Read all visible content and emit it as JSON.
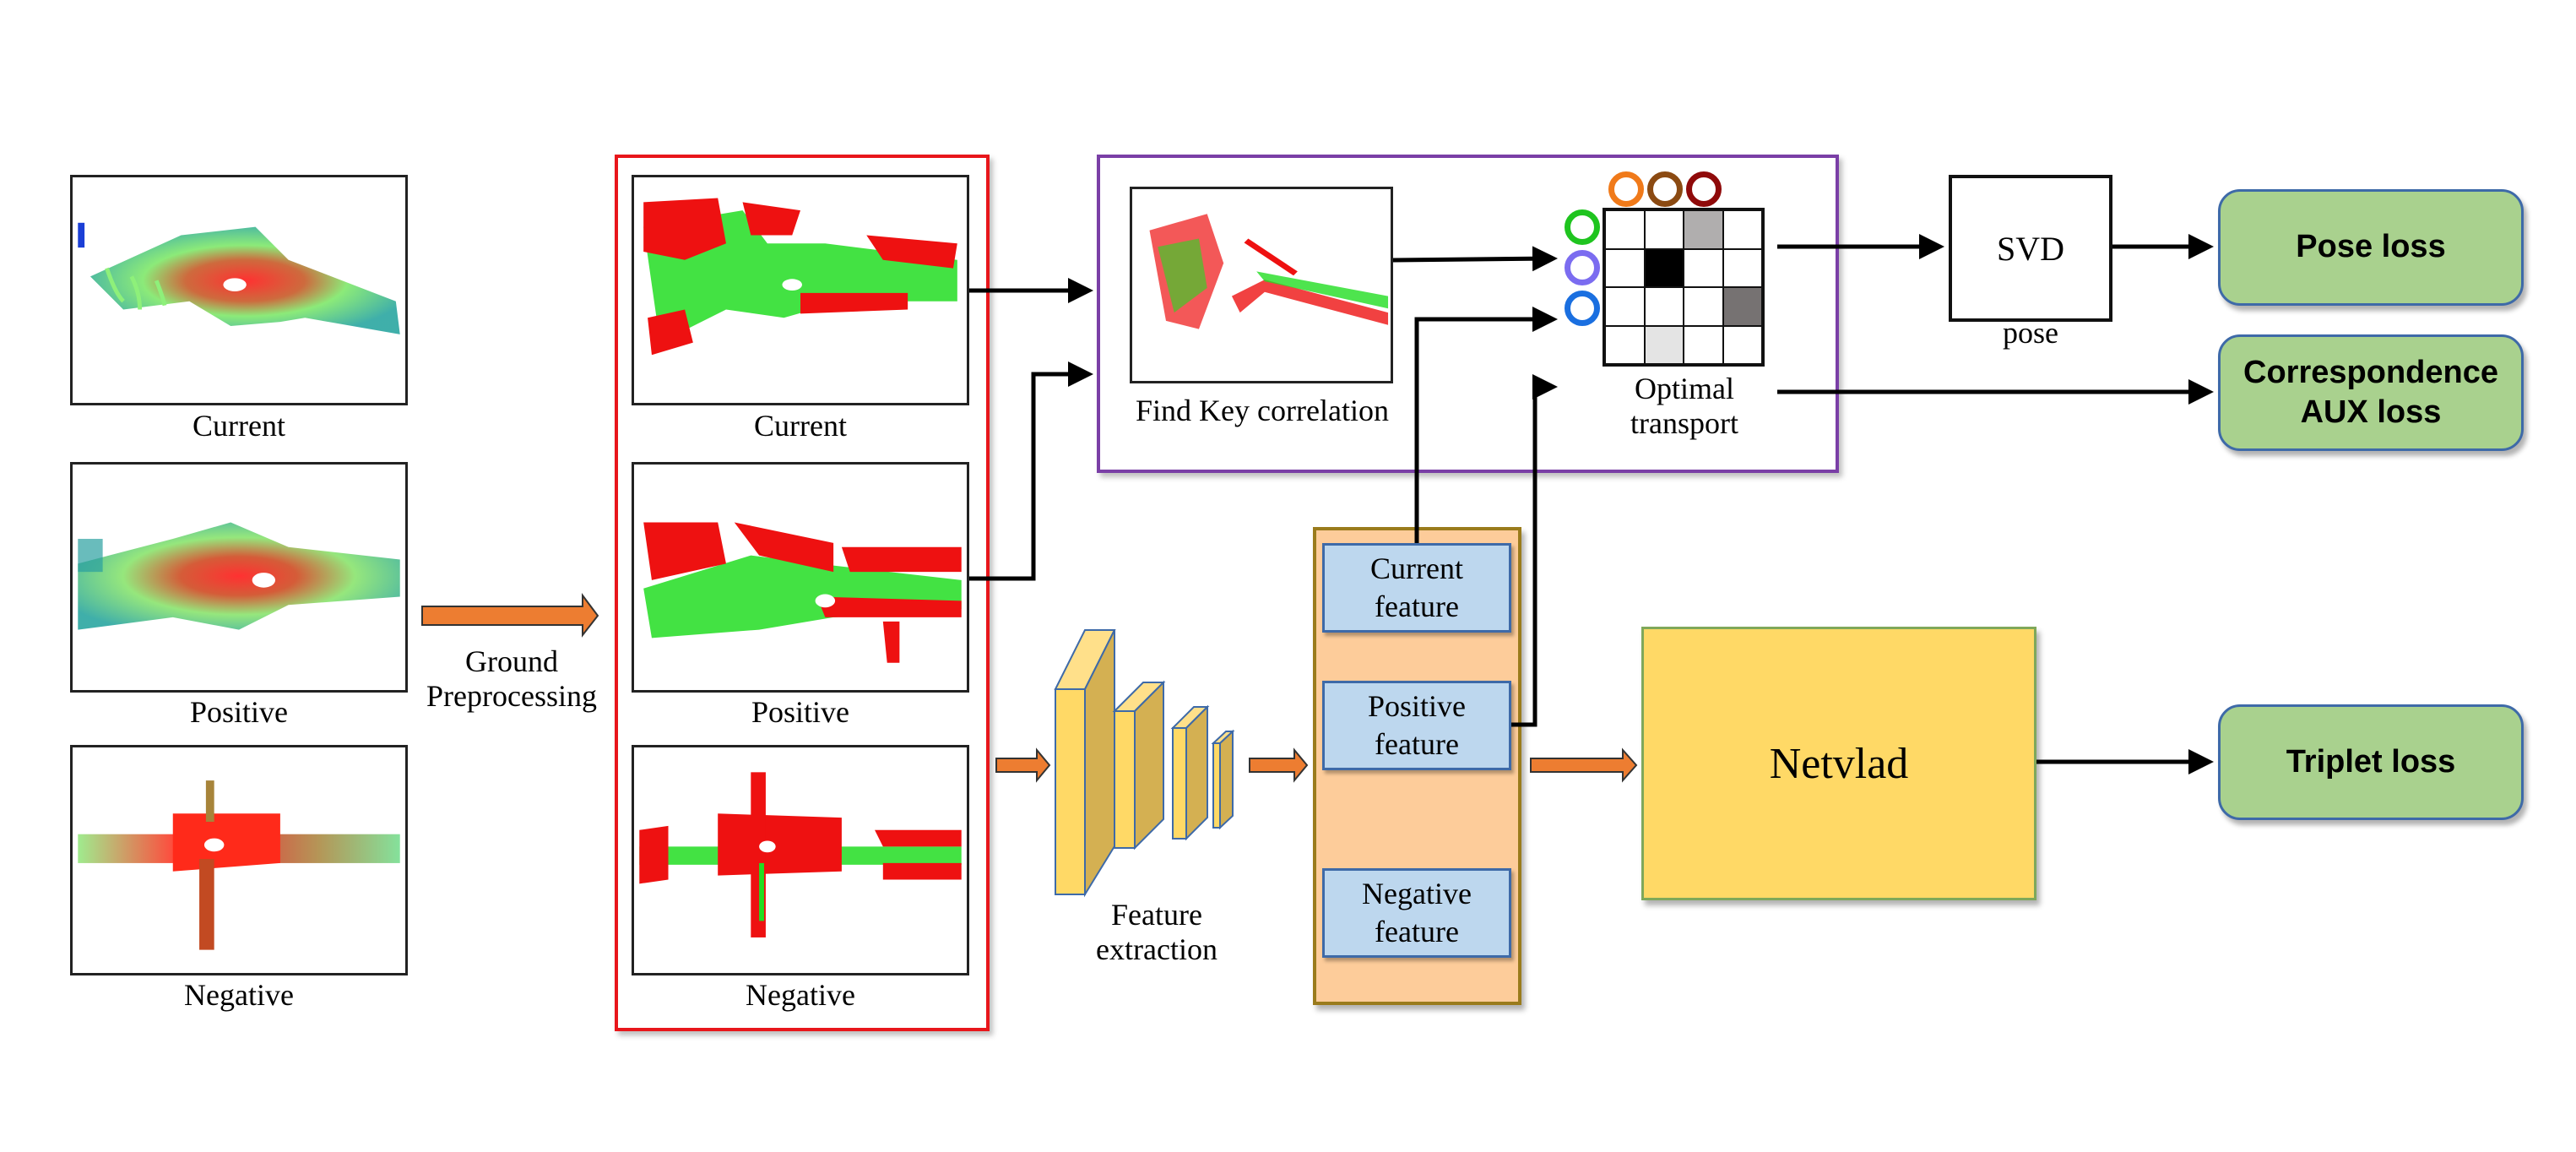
{
  "left_column": {
    "panels": [
      {
        "label": "Current",
        "style": "height-colored point cloud"
      },
      {
        "label": "Positive",
        "style": "height-colored point cloud"
      },
      {
        "label": "Negative",
        "style": "height-colored point cloud"
      }
    ]
  },
  "preprocessing": {
    "label_line1": "Ground",
    "label_line2": "Preprocessing"
  },
  "ground_removed_column": {
    "panels": [
      {
        "label": "Current"
      },
      {
        "label": "Positive"
      },
      {
        "label": "Negative"
      }
    ]
  },
  "correlation": {
    "label": "Find Key correlation"
  },
  "optimal_transport": {
    "label_line1": "Optimal",
    "label_line2": "transport",
    "column_markers": [
      "#f07a1a",
      "#8b4a12",
      "#8f0a0a"
    ],
    "row_markers": [
      "#1fc41f",
      "#7b6cf0",
      "#1a6fe0"
    ],
    "matrix": [
      [
        "#ffffff",
        "#ffffff",
        "#b0aeae",
        "#ffffff"
      ],
      [
        "#ffffff",
        "#000000",
        "#ffffff",
        "#ffffff"
      ],
      [
        "#ffffff",
        "#ffffff",
        "#ffffff",
        "#767272"
      ],
      [
        "#ffffff",
        "#e4e4e4",
        "#ffffff",
        "#ffffff"
      ]
    ]
  },
  "svd": {
    "label": "SVD",
    "sublabel": "pose"
  },
  "losses": {
    "pose": "Pose loss",
    "correspondence_line1": "Correspondence",
    "correspondence_line2": "AUX loss",
    "triplet": "Triplet loss"
  },
  "feature_extraction": {
    "label_line1": "Feature",
    "label_line2": "extraction"
  },
  "features": {
    "current_line1": "Current",
    "current_line2": "feature",
    "positive_line1": "Positive",
    "positive_line2": "feature",
    "negative_line1": "Negative",
    "negative_line2": "feature"
  },
  "netvlad": {
    "label": "Netvlad"
  },
  "colors": {
    "red_box": "#e8161b",
    "purple_box": "#7a3fa6",
    "loss_fill": "#a9d18e",
    "loss_border": "#3e6aa8",
    "netvlad_fill": "#ffd966",
    "feature_column_fill": "#fdcc9a",
    "feature_box_fill": "#bdd7ee",
    "orange_arrow": "#ed7d31",
    "cnn_front": "#ffd966",
    "cnn_side": "#d4b052"
  }
}
